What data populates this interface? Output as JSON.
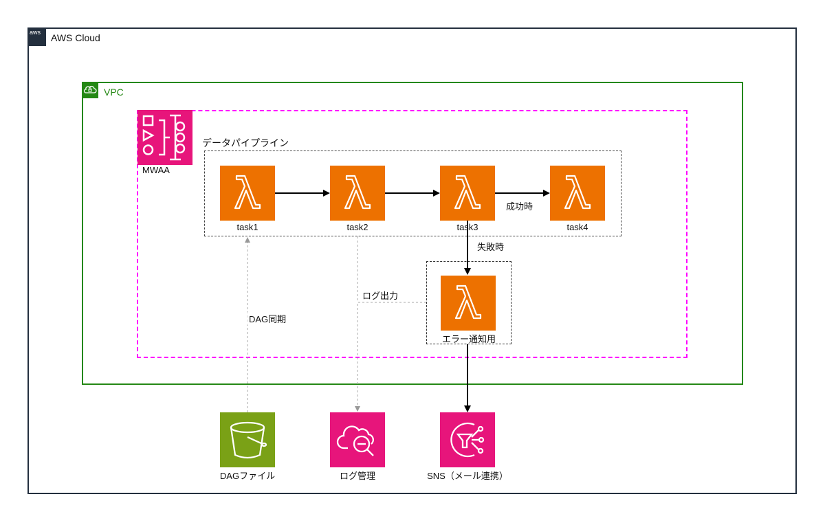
{
  "cloud": {
    "logo_text": "aws",
    "title": "AWS Cloud",
    "color": "#232f3e"
  },
  "vpc": {
    "title": "VPC",
    "color": "#248814"
  },
  "mwaa": {
    "label": "MWAA",
    "icon": "mwaa-icon",
    "color": "#e7157b",
    "boundary_color": "#ff00ff"
  },
  "pipeline": {
    "title": "データパイプライン",
    "tasks": [
      {
        "label": "task1",
        "icon": "lambda-icon"
      },
      {
        "label": "task2",
        "icon": "lambda-icon"
      },
      {
        "label": "task3",
        "icon": "lambda-icon"
      },
      {
        "label": "task4",
        "icon": "lambda-icon"
      }
    ],
    "lambda_color": "#ed7100"
  },
  "error_notify": {
    "label": "エラー通知用",
    "icon": "lambda-icon"
  },
  "edges": {
    "success": "成功時",
    "failure": "失敗時",
    "log_output": "ログ出力",
    "dag_sync": "DAG同期"
  },
  "services": [
    {
      "label": "DAGファイル",
      "icon": "s3-bucket-icon",
      "color": "#7aa116"
    },
    {
      "label": "ログ管理",
      "icon": "cloudwatch-logs-icon",
      "color": "#e7157b"
    },
    {
      "label": "SNS（メール連携）",
      "icon": "sns-icon",
      "color": "#e7157b"
    }
  ]
}
